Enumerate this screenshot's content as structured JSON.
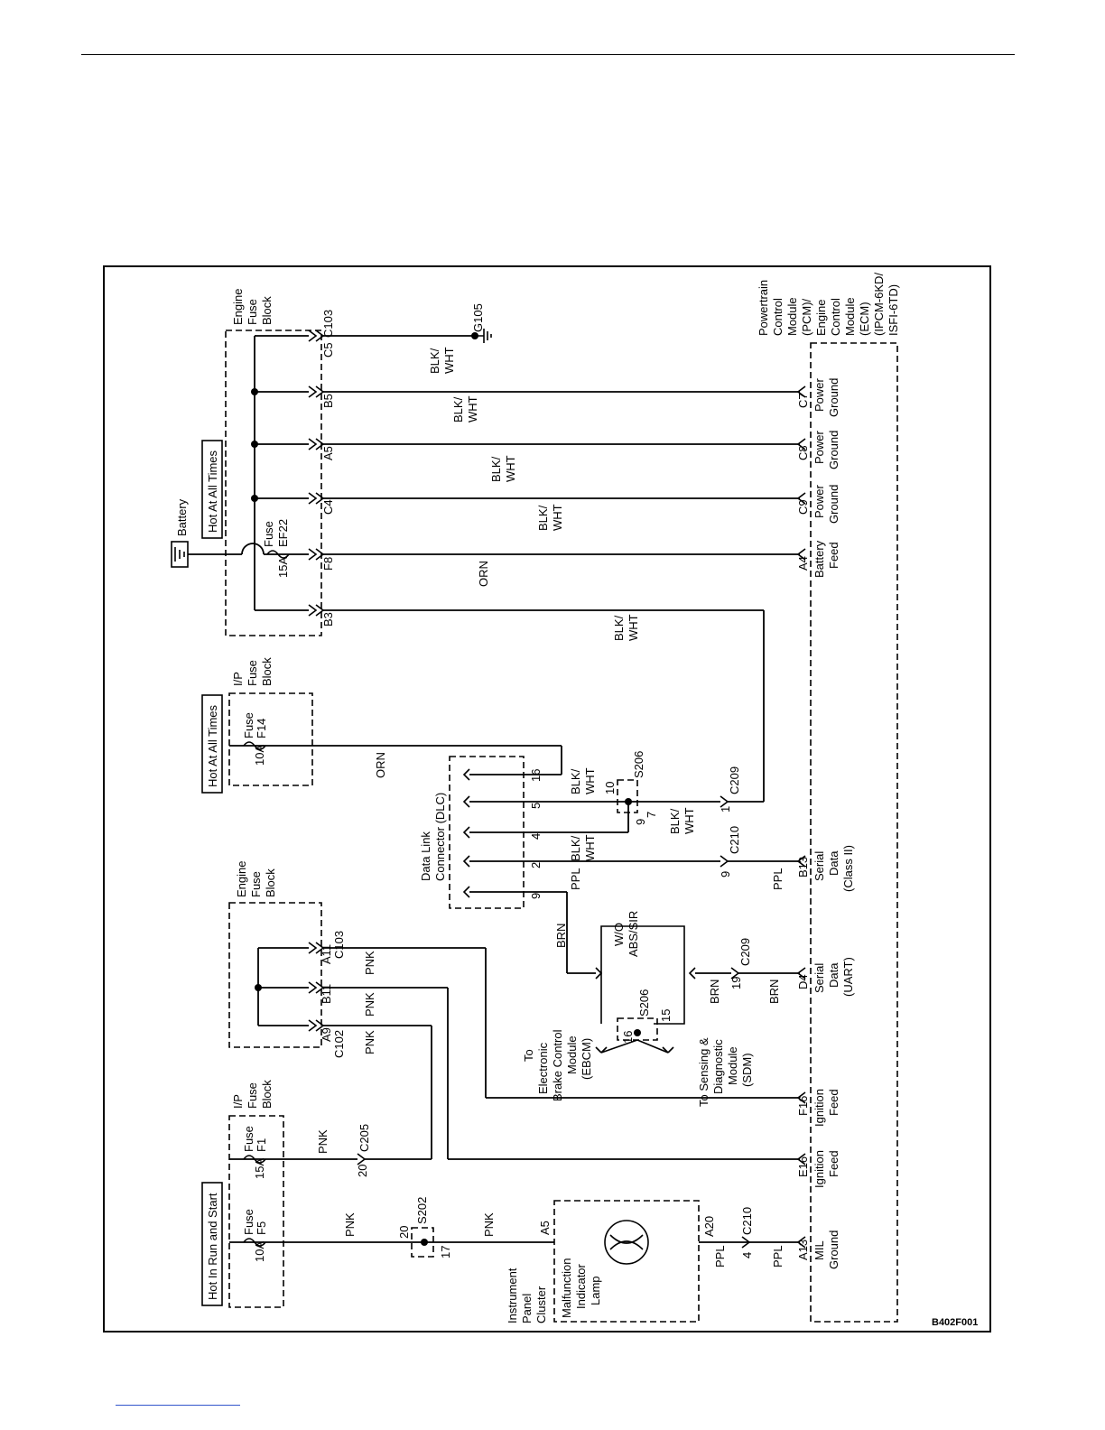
{
  "figure_id": "B402F001",
  "power": {
    "hot_run_start": "Hot In Run and Start",
    "hot_at_all_times_1": "Hot At All Times",
    "hot_at_all_times_2": "Hot At All Times",
    "battery": "Battery"
  },
  "blocks": {
    "ip_fuse_block": [
      "I/P",
      "Fuse",
      "Block"
    ],
    "engine_fuse_block": [
      "Engine",
      "Fuse",
      "Block"
    ],
    "dlc": [
      "Data Link",
      "Connector (DLC)"
    ],
    "pcm": [
      "Powertrain",
      "Control",
      "Module",
      "(PCM)/",
      "Engine",
      "Control",
      "Module",
      "(ECM)",
      "(IPCM-6KD/",
      "ISFI-6TD)"
    ],
    "ipc": [
      "Instrument",
      "Panel",
      "Cluster"
    ],
    "mil": [
      "Malfunction",
      "Indicator",
      "Lamp"
    ],
    "ebcm": [
      "To",
      "Electronic",
      "Brake Control",
      "Module",
      "(EBCM)"
    ],
    "sdm": [
      "To Sensing &",
      "Diagnostic",
      "Module",
      "(SDM)"
    ],
    "wo_abs": [
      "W/O",
      "ABS/SIR"
    ]
  },
  "fuses": {
    "f5": {
      "rating": "10A",
      "label": "Fuse",
      "id": "F5"
    },
    "f1": {
      "rating": "15A",
      "label": "Fuse",
      "id": "F1"
    },
    "f14": {
      "rating": "10A",
      "label": "Fuse",
      "id": "F14"
    },
    "ef22": {
      "rating": "15A",
      "label": "Fuse",
      "id": "EF22"
    }
  },
  "connectors": {
    "c102": "C102",
    "c103": "C103",
    "c103b": "C103",
    "c205": "C205",
    "c209a": "C209",
    "c209b": "C209",
    "c210a": "C210",
    "c210b": "C210",
    "s202": "S202",
    "s206a": "S206",
    "s206b": "S206",
    "g105": "G105"
  },
  "pins": {
    "a9": "A9",
    "b11": "B11",
    "a11": "A11",
    "b3": "B3",
    "f8": "F8",
    "c4": "C4",
    "a5e": "A5",
    "b5": "B5",
    "c5": "C5",
    "a5": "A5",
    "a20": "A20",
    "p20a": "20",
    "p17": "17",
    "p20b": "20",
    "p4": "4",
    "p19": "19",
    "p9a": "9",
    "p1": "1",
    "p10": "10",
    "p7": "7",
    "p9b": "9",
    "p16a": "16",
    "p15": "15",
    "dlc16": "16",
    "dlc5": "5",
    "dlc4": "4",
    "dlc2": "2",
    "dlc9": "9",
    "a13": "A13",
    "e16": "E16",
    "f16": "F16",
    "d4": "D4",
    "b13": "B13",
    "a4": "A4",
    "c9": "C9",
    "c8": "C8",
    "c7": "C7"
  },
  "pcm_terminals": {
    "mil_ground": [
      "MIL",
      "Ground"
    ],
    "ign_feed_1": [
      "Ignition",
      "Feed"
    ],
    "ign_feed_2": [
      "Ignition",
      "Feed"
    ],
    "serial_uart": [
      "Serial",
      "Data",
      "(UART)"
    ],
    "serial_class2": [
      "Serial",
      "Data",
      "(Class II)"
    ],
    "battery_feed": [
      "Battery",
      "Feed"
    ],
    "power_ground_1": [
      "Power",
      "Ground"
    ],
    "power_ground_2": [
      "Power",
      "Ground"
    ],
    "power_ground_3": [
      "Power",
      "Ground"
    ]
  },
  "wire_colors": {
    "pnk": "PNK",
    "ppl": "PPL",
    "brn": "BRN",
    "orn": "ORN",
    "blk_wht": [
      "BLK/",
      "WHT"
    ]
  }
}
